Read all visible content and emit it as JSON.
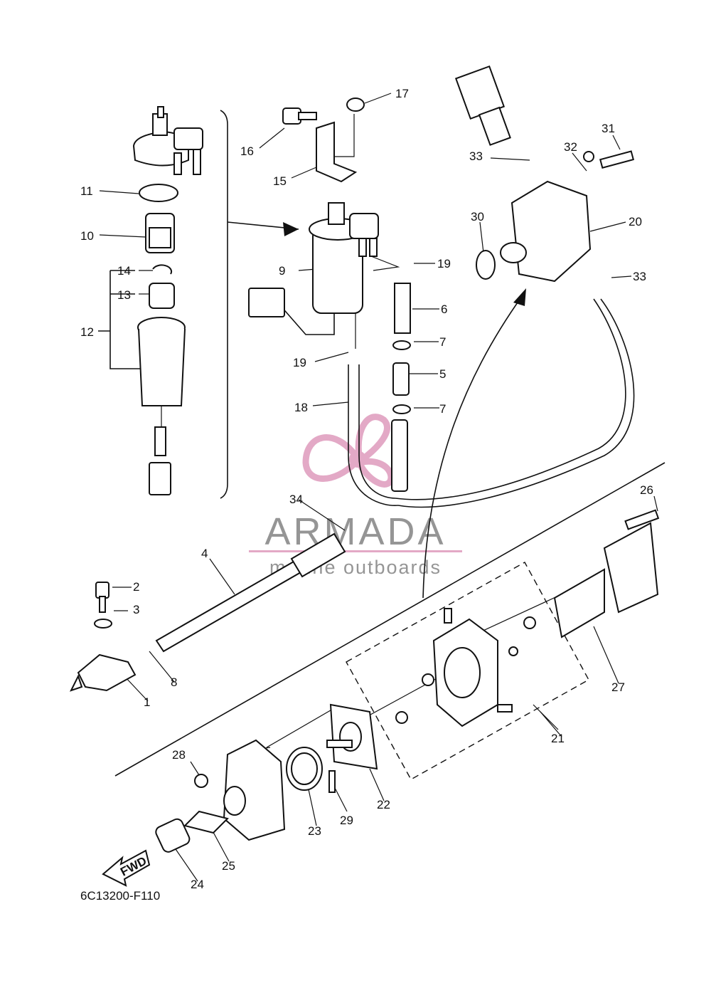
{
  "diagram": {
    "drawing_code": "6C13200-F110",
    "direction_label": "FWD",
    "callouts": [
      {
        "id": "1",
        "text": "1"
      },
      {
        "id": "2",
        "text": "2"
      },
      {
        "id": "3",
        "text": "3"
      },
      {
        "id": "4",
        "text": "4"
      },
      {
        "id": "5",
        "text": "5"
      },
      {
        "id": "6",
        "text": "6"
      },
      {
        "id": "7a",
        "text": "7"
      },
      {
        "id": "7b",
        "text": "7"
      },
      {
        "id": "8",
        "text": "8"
      },
      {
        "id": "9",
        "text": "9"
      },
      {
        "id": "10",
        "text": "10"
      },
      {
        "id": "11",
        "text": "11"
      },
      {
        "id": "12",
        "text": "12"
      },
      {
        "id": "13",
        "text": "13"
      },
      {
        "id": "14",
        "text": "14"
      },
      {
        "id": "15",
        "text": "15"
      },
      {
        "id": "16",
        "text": "16"
      },
      {
        "id": "17",
        "text": "17"
      },
      {
        "id": "18",
        "text": "18"
      },
      {
        "id": "19a",
        "text": "19"
      },
      {
        "id": "19b",
        "text": "19"
      },
      {
        "id": "20",
        "text": "20"
      },
      {
        "id": "21",
        "text": "21"
      },
      {
        "id": "22",
        "text": "22"
      },
      {
        "id": "23",
        "text": "23"
      },
      {
        "id": "24",
        "text": "24"
      },
      {
        "id": "25",
        "text": "25"
      },
      {
        "id": "26",
        "text": "26"
      },
      {
        "id": "27",
        "text": "27"
      },
      {
        "id": "28",
        "text": "28"
      },
      {
        "id": "29",
        "text": "29"
      },
      {
        "id": "30",
        "text": "30"
      },
      {
        "id": "31",
        "text": "31"
      },
      {
        "id": "32",
        "text": "32"
      },
      {
        "id": "33a",
        "text": "33"
      },
      {
        "id": "33b",
        "text": "33"
      },
      {
        "id": "34",
        "text": "34"
      }
    ]
  },
  "watermark": {
    "brand_name": "ARMADA",
    "tagline": "marine outboards",
    "logo_color": "#e0a0c0",
    "text_color": "#8a8a8a"
  }
}
